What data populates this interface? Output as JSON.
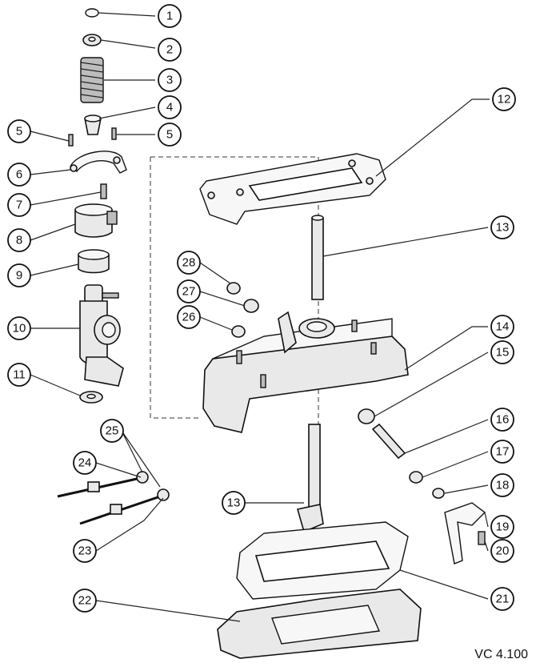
{
  "diagram": {
    "reference_code": "VC 4.100",
    "callouts": [
      "1",
      "2",
      "3",
      "4",
      "5",
      "5",
      "6",
      "7",
      "8",
      "9",
      "10",
      "11",
      "12",
      "13",
      "13",
      "14",
      "15",
      "16",
      "17",
      "18",
      "19",
      "20",
      "21",
      "22",
      "23",
      "24",
      "25",
      "26",
      "27",
      "28"
    ]
  }
}
